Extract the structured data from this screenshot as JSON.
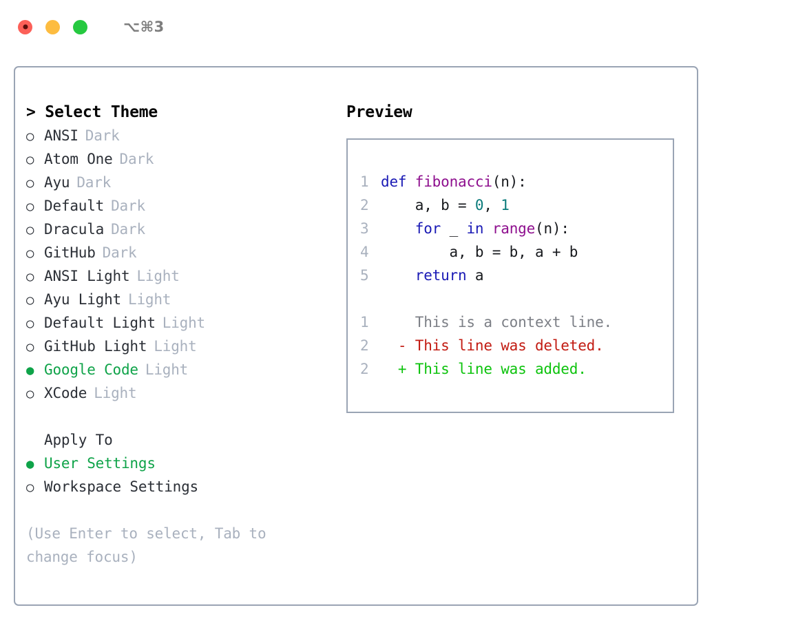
{
  "titlebar": {
    "lights": [
      "close-red",
      "minimize-yellow",
      "zoom-green"
    ],
    "shortcut": "⌥⌘3"
  },
  "theme_picker": {
    "header": "> Select Theme",
    "marker_unselected": "○",
    "marker_selected": "●",
    "selected_theme": "Google Code",
    "accent_color": "#0fa349",
    "items": [
      {
        "name": "ANSI",
        "badge": "Dark",
        "selected": false
      },
      {
        "name": "Atom One",
        "badge": "Dark",
        "selected": false
      },
      {
        "name": "Ayu",
        "badge": "Dark",
        "selected": false
      },
      {
        "name": "Default",
        "badge": "Dark",
        "selected": false
      },
      {
        "name": "Dracula",
        "badge": "Dark",
        "selected": false
      },
      {
        "name": "GitHub",
        "badge": "Dark",
        "selected": false
      },
      {
        "name": "ANSI Light",
        "badge": "Light",
        "selected": false
      },
      {
        "name": "Ayu Light",
        "badge": "Light",
        "selected": false
      },
      {
        "name": "Default Light",
        "badge": "Light",
        "selected": false
      },
      {
        "name": "GitHub Light",
        "badge": "Light",
        "selected": false
      },
      {
        "name": "Google Code",
        "badge": "Light",
        "selected": true
      },
      {
        "name": "XCode",
        "badge": "Light",
        "selected": false
      }
    ]
  },
  "apply_to": {
    "label": "Apply To",
    "selected_option": "User Settings",
    "options": [
      {
        "name": "User Settings",
        "selected": true
      },
      {
        "name": "Workspace Settings",
        "selected": false
      }
    ]
  },
  "hint": "(Use Enter to select, Tab to change focus)",
  "preview": {
    "title": "Preview",
    "code_lines": [
      {
        "no": "1",
        "indent": "",
        "tokens": [
          {
            "t": "def",
            "c": "kw"
          },
          {
            "t": " ",
            "c": "pl"
          },
          {
            "t": "fibonacci",
            "c": "fn"
          },
          {
            "t": "(n):",
            "c": "pl"
          }
        ]
      },
      {
        "no": "2",
        "indent": "    ",
        "tokens": [
          {
            "t": "a, b = ",
            "c": "pl"
          },
          {
            "t": "0",
            "c": "num"
          },
          {
            "t": ", ",
            "c": "pl"
          },
          {
            "t": "1",
            "c": "num"
          }
        ]
      },
      {
        "no": "3",
        "indent": "    ",
        "tokens": [
          {
            "t": "for",
            "c": "kw"
          },
          {
            "t": " _ ",
            "c": "pl"
          },
          {
            "t": "in",
            "c": "kw"
          },
          {
            "t": " ",
            "c": "pl"
          },
          {
            "t": "range",
            "c": "fn"
          },
          {
            "t": "(n):",
            "c": "pl"
          }
        ]
      },
      {
        "no": "4",
        "indent": "        ",
        "tokens": [
          {
            "t": "a, b = b, a + b",
            "c": "pl"
          }
        ]
      },
      {
        "no": "5",
        "indent": "    ",
        "tokens": [
          {
            "t": "return",
            "c": "kw"
          },
          {
            "t": " a",
            "c": "pl"
          }
        ]
      }
    ],
    "diff_lines": [
      {
        "no": "1",
        "sign": " ",
        "text": "This is a context line.",
        "kind": "ctx"
      },
      {
        "no": "2",
        "sign": "-",
        "text": "This line was deleted.",
        "kind": "del"
      },
      {
        "no": "2",
        "sign": "+",
        "text": "This line was added.",
        "kind": "add"
      }
    ],
    "syntax_colors": {
      "keyword": "#1a1ab5",
      "function": "#8e0f8e",
      "number": "#0b7b7b",
      "plain": "#17191d",
      "lineno": "#a9b1be",
      "diff_context": "#7c7f86",
      "diff_deleted": "#c21b12",
      "diff_added": "#0dc30d"
    }
  }
}
